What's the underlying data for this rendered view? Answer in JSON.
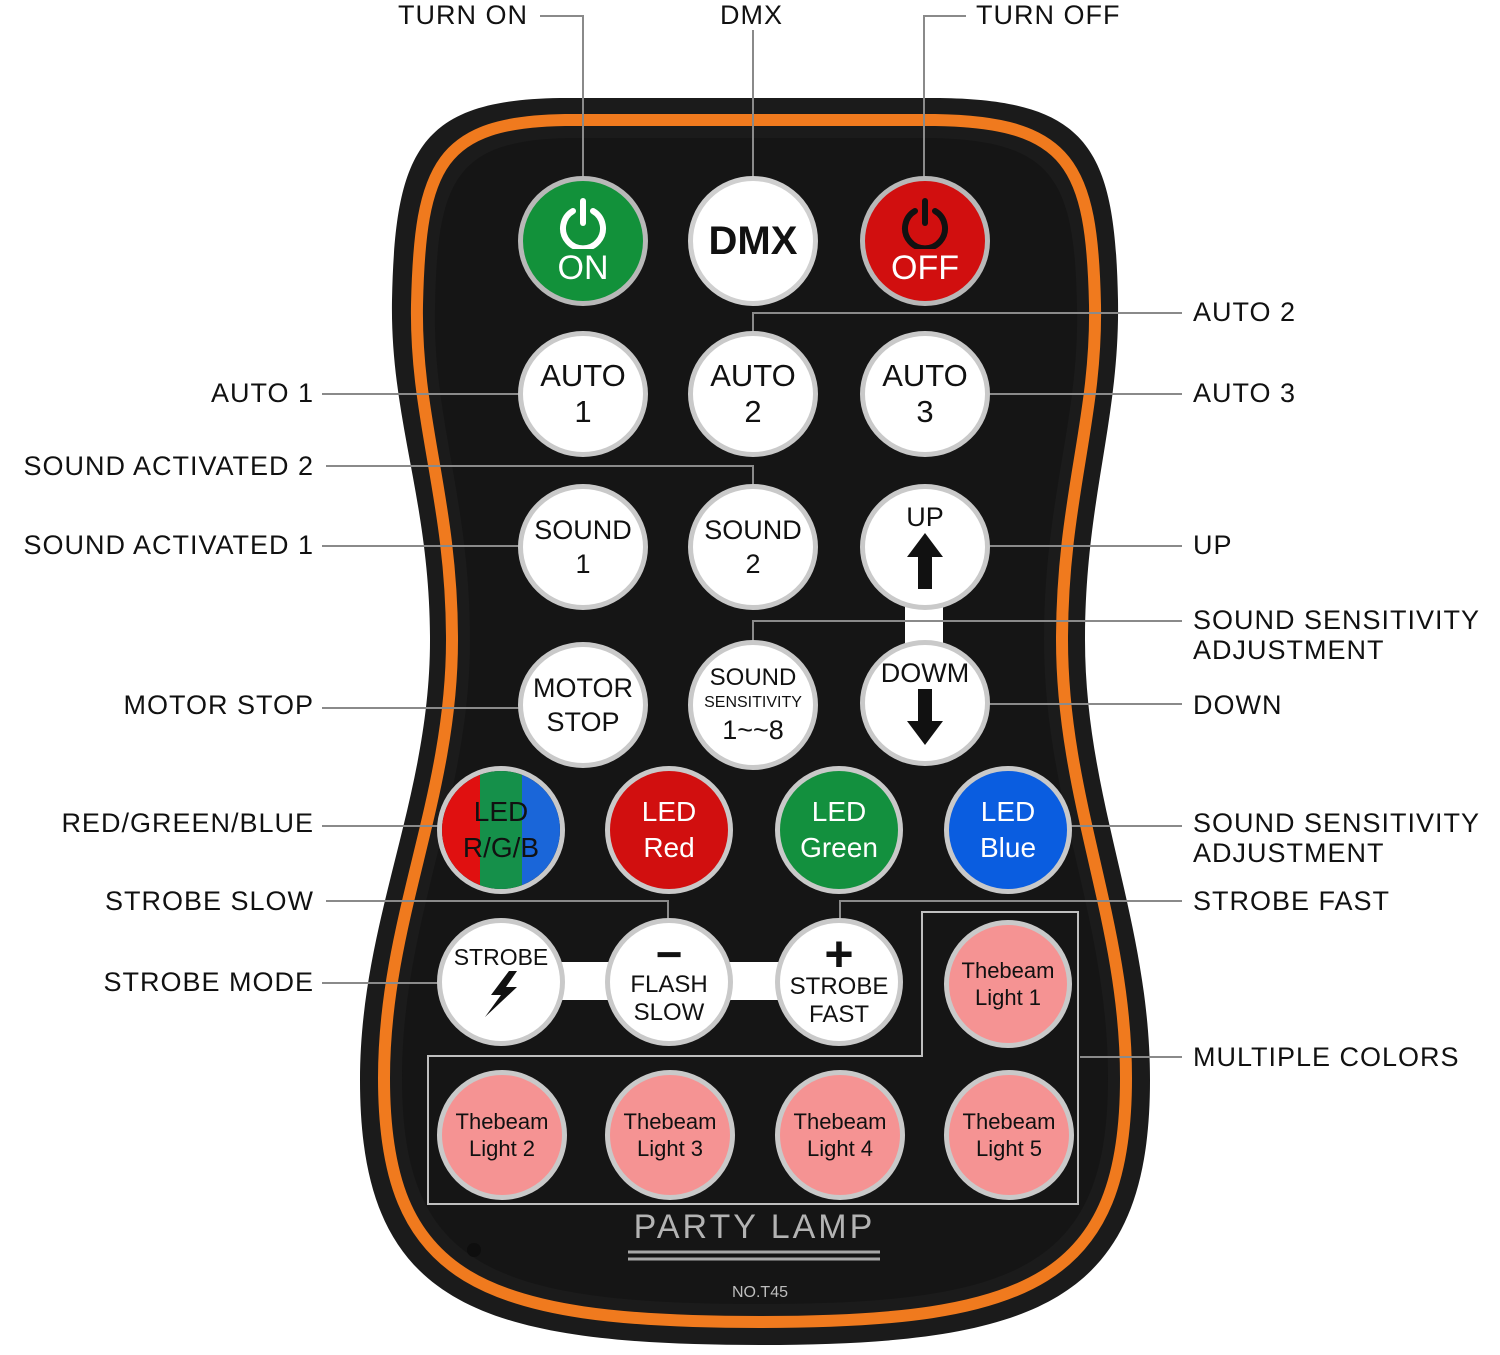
{
  "callouts": {
    "turn_on": "TURN ON",
    "dmx": "DMX",
    "turn_off": "TURN OFF",
    "auto2": "AUTO 2",
    "auto1": "AUTO 1",
    "auto3": "AUTO 3",
    "sound_activated_2": "SOUND ACTIVATED 2",
    "sound_activated_1": "SOUND ACTIVATED 1",
    "up": "UP",
    "sens_adj_1_line1": "SOUND SENSITIVITY",
    "sens_adj_1_line2": "ADJUSTMENT",
    "motor_stop": "MOTOR STOP",
    "down": "DOWN",
    "rgb": "RED/GREEN/BLUE",
    "sens_adj_2_line1": "SOUND SENSITIVITY",
    "sens_adj_2_line2": "ADJUSTMENT",
    "strobe_slow": "STROBE SLOW",
    "strobe_fast": "STROBE FAST",
    "strobe_mode": "STROBE MODE",
    "multiple_colors": "MULTIPLE COLORS"
  },
  "buttons": {
    "on": {
      "label": "ON",
      "icon": "power-icon",
      "color": "#12913a"
    },
    "dmx": {
      "label": "DMX"
    },
    "off": {
      "label": "OFF",
      "icon": "power-icon",
      "color": "#d10f0f"
    },
    "auto1": {
      "l1": "AUTO",
      "l2": "1"
    },
    "auto2": {
      "l1": "AUTO",
      "l2": "2"
    },
    "auto3": {
      "l1": "AUTO",
      "l2": "3"
    },
    "sound1": {
      "l1": "SOUND",
      "l2": "1"
    },
    "sound2": {
      "l1": "SOUND",
      "l2": "2"
    },
    "up": {
      "label": "UP",
      "icon": "arrow-up-icon"
    },
    "motor_stop": {
      "l1": "MOTOR",
      "l2": "STOP"
    },
    "sensitivity": {
      "l1": "SOUND",
      "l2": "SENSITIVITY",
      "l3": "1~~8"
    },
    "down": {
      "label": "DOWM",
      "icon": "arrow-down-icon"
    },
    "led_rgb": {
      "l1": "LED",
      "l2": "R/G/B"
    },
    "led_red": {
      "l1": "LED",
      "l2": "Red",
      "color": "#d10f0f"
    },
    "led_green": {
      "l1": "LED",
      "l2": "Green",
      "color": "#13903e"
    },
    "led_blue": {
      "l1": "LED",
      "l2": "Blue",
      "color": "#0a5de0"
    },
    "strobe": {
      "l1": "STROBE",
      "icon": "lightning-icon"
    },
    "flash_slow": {
      "sign": "−",
      "l1": "FLASH",
      "l2": "SLOW"
    },
    "strobe_fast": {
      "sign": "+",
      "l1": "STROBE",
      "l2": "FAST"
    },
    "beam1": {
      "l1": "Thebeam",
      "l2": "Light 1"
    },
    "beam2": {
      "l1": "Thebeam",
      "l2": "Light 2"
    },
    "beam3": {
      "l1": "Thebeam",
      "l2": "Light 3"
    },
    "beam4": {
      "l1": "Thebeam",
      "l2": "Light 4"
    },
    "beam5": {
      "l1": "Thebeam",
      "l2": "Light 5"
    }
  },
  "brand": {
    "logo": "PARTY LAMP",
    "model": "NO.T45"
  },
  "colors": {
    "body": "#1b1b1b",
    "rim": "#f07a1e",
    "button_border": "#c9c9c9",
    "beam_button": "#f59393",
    "rgb_red": "#e01010",
    "rgb_green": "#15904a",
    "rgb_blue": "#1a66d9"
  }
}
